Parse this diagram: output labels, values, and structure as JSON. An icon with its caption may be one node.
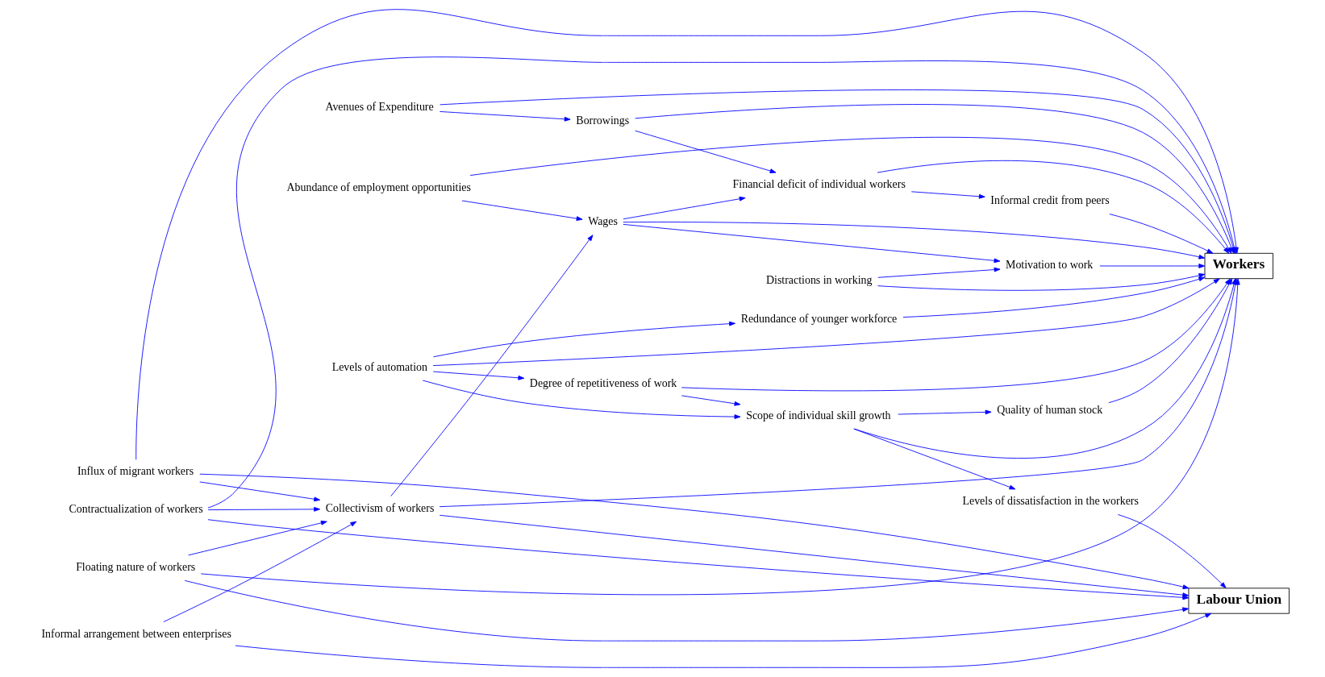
{
  "diagram": {
    "nodes": [
      {
        "text": [
          "Workers"
        ]
      },
      {
        "text": [
          "Labour Union"
        ]
      },
      {
        "text": [
          "Informal credit from peers"
        ]
      },
      {
        "text": [
          "Avenues of Expenditure"
        ]
      },
      {
        "text": [
          "Financial deficit of individual workers"
        ]
      },
      {
        "text": [
          "Redundance of younger workforce"
        ]
      },
      {
        "text": [
          "Levels of automation"
        ]
      },
      {
        "text": [
          "Borrowings"
        ]
      },
      {
        "text": [
          "Scope of individual skill growth"
        ]
      },
      {
        "text": [
          "Levels of dissatisfaction in the workers"
        ]
      },
      {
        "text": [
          "Wages"
        ]
      },
      {
        "text": [
          "Motivation to work"
        ]
      },
      {
        "text": [
          "Quality of human stock"
        ]
      },
      {
        "text": [
          "Distractions in working"
        ]
      },
      {
        "text": [
          "Informal arrangement between enterprises"
        ]
      },
      {
        "text": [
          "Abundance of employment opportunities"
        ]
      },
      {
        "text": [
          "Collectivism of workers"
        ]
      },
      {
        "text": [
          "Degree of repetitiveness of work"
        ]
      },
      {
        "text": [
          "Contractualization of workers"
        ]
      },
      {
        "text": [
          "Floating nature of workers"
        ]
      },
      {
        "text": [
          "Influx of migrant workers"
        ]
      }
    ],
    "edges": [
      {
        "from": 4,
        "to": 2,
        "arrow": "to"
      },
      {
        "from": 2,
        "to": 0,
        "arrow": "to"
      },
      {
        "from": 3,
        "to": 0,
        "arrow": "to"
      },
      {
        "from": 3,
        "to": 7,
        "arrow": "to"
      },
      {
        "from": 4,
        "to": 0,
        "arrow": "to"
      },
      {
        "from": 7,
        "to": 4,
        "arrow": "to"
      },
      {
        "from": 10,
        "to": 4,
        "arrow": "to"
      },
      {
        "from": 7,
        "to": 0,
        "arrow": "to"
      },
      {
        "from": 10,
        "to": 0,
        "arrow": "to"
      },
      {
        "from": 10,
        "to": 11,
        "arrow": "to"
      },
      {
        "from": 13,
        "to": 11,
        "arrow": "to"
      },
      {
        "from": 15,
        "to": 10,
        "arrow": "to"
      },
      {
        "from": 11,
        "to": 0,
        "arrow": "to"
      },
      {
        "from": 13,
        "to": 0,
        "arrow": "to"
      },
      {
        "from": 15,
        "to": 0,
        "arrow": "to"
      },
      {
        "from": 16,
        "to": 10,
        "arrow": "to"
      },
      {
        "from": 5,
        "to": 0,
        "arrow": "to"
      },
      {
        "from": 6,
        "to": 5,
        "arrow": "to"
      },
      {
        "from": 6,
        "to": 8,
        "arrow": "to"
      },
      {
        "from": 6,
        "to": 0,
        "arrow": "to"
      },
      {
        "from": 6,
        "to": 17,
        "arrow": "to"
      },
      {
        "from": 8,
        "to": 0,
        "arrow": "to"
      },
      {
        "from": 8,
        "to": 9,
        "arrow": "to"
      },
      {
        "from": 8,
        "to": 12,
        "arrow": "to"
      },
      {
        "from": 12,
        "to": 0,
        "arrow": "to"
      },
      {
        "from": 17,
        "to": 8,
        "arrow": "to"
      },
      {
        "from": 9,
        "to": 1,
        "arrow": "to"
      },
      {
        "from": 14,
        "to": 1,
        "arrow": "to"
      },
      {
        "from": 14,
        "to": 16,
        "arrow": "to"
      },
      {
        "from": 16,
        "to": 0,
        "arrow": "to"
      },
      {
        "from": 16,
        "to": 1,
        "arrow": "to"
      },
      {
        "from": 17,
        "to": 0,
        "arrow": "to"
      },
      {
        "from": 18,
        "to": 0,
        "arrow": "to"
      },
      {
        "from": 18,
        "to": 1,
        "arrow": "to"
      },
      {
        "from": 18,
        "to": 16,
        "arrow": "to"
      },
      {
        "from": 19,
        "to": 0,
        "arrow": "to"
      },
      {
        "from": 19,
        "to": 16,
        "arrow": "to"
      },
      {
        "from": 19,
        "to": 1,
        "arrow": "to"
      },
      {
        "from": 20,
        "to": 0,
        "arrow": "to"
      },
      {
        "from": 20,
        "to": 16,
        "arrow": "to"
      },
      {
        "from": 20,
        "to": 1,
        "arrow": "to"
      }
    ]
  }
}
